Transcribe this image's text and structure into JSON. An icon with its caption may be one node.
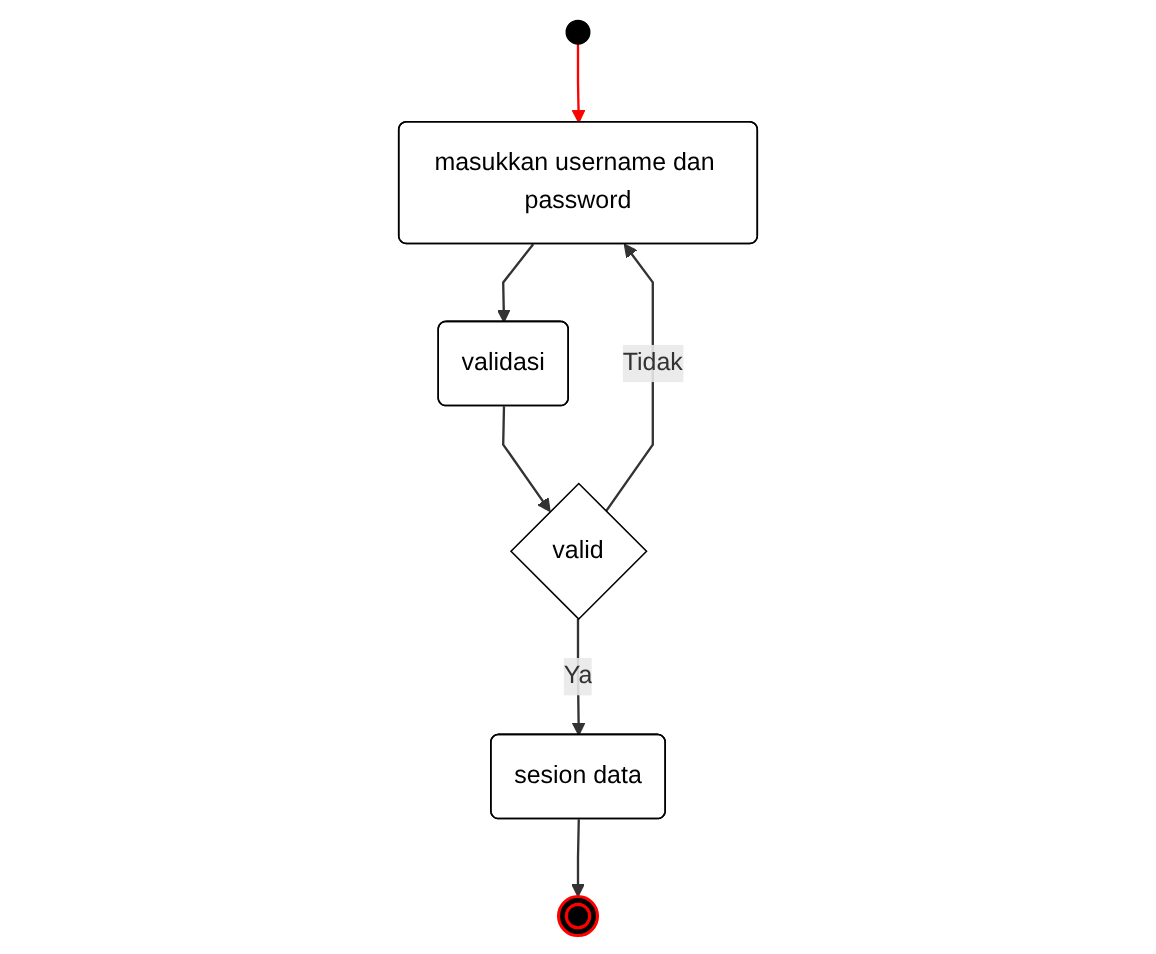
{
  "diagram": {
    "nodes": [
      {
        "text": [],
        "shape": "circle"
      },
      {
        "text": [
          "masukkan username dan password"
        ]
      },
      {
        "text": [
          "validasi"
        ]
      },
      {
        "text": [
          "valid"
        ]
      },
      {
        "text": [
          "sesion data"
        ]
      },
      {
        "text": [],
        "shape": "circle"
      }
    ],
    "edges": [
      {
        "from": 0,
        "to": 1,
        "arrow": "to",
        "color": "#ff0000"
      },
      {
        "from": 1,
        "to": 2,
        "arrow": "to"
      },
      {
        "from": 2,
        "to": 3,
        "arrow": "to"
      },
      {
        "from": 3,
        "to": 1,
        "arrow": "to",
        "label": "Tidak"
      },
      {
        "from": 3,
        "to": 4,
        "arrow": "to",
        "label": "Ya"
      },
      {
        "from": 4,
        "to": 5,
        "arrow": "to"
      }
    ]
  }
}
